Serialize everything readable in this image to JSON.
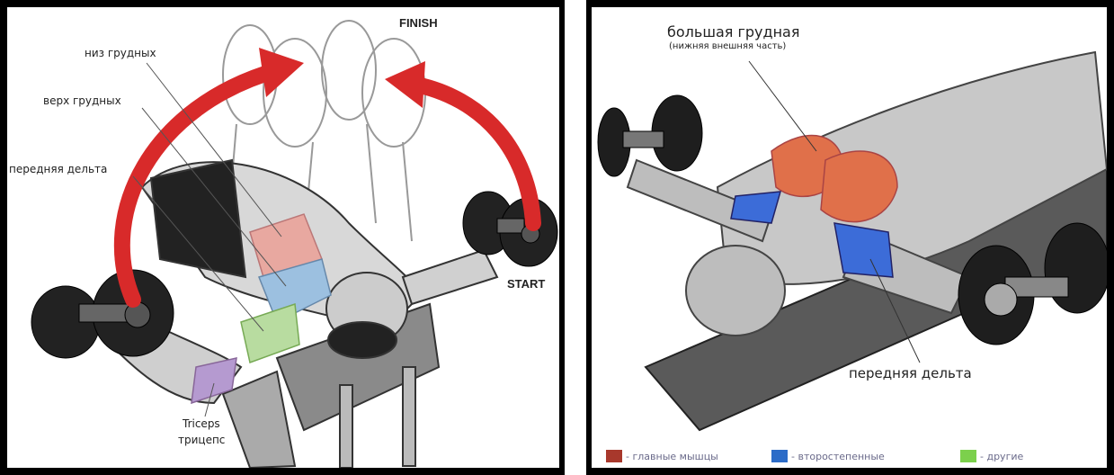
{
  "left_panel": {
    "labels": {
      "finish": "FINISH",
      "start": "START",
      "lower_chest": "низ грудных",
      "upper_chest": "верх грудных",
      "front_delt": "передняя дельта",
      "triceps_en": "Triceps",
      "triceps_ru": "трицепс"
    },
    "colors": {
      "arrow": "#d82a2a",
      "lower_chest": "#e8a8a0",
      "upper_chest": "#9cc0e0",
      "delt_green": "#b8dca0",
      "triceps_purple": "#b59ad0"
    }
  },
  "right_panel": {
    "labels": {
      "major_pec": "большая грудная",
      "major_pec_sub": "(нижняя внешняя часть)",
      "front_delt": "передняя дельта"
    },
    "legend": [
      {
        "color": "#a8382c",
        "text": "- главные мышцы"
      },
      {
        "color": "#2c6cc8",
        "text": "- второстепенные"
      },
      {
        "color": "#7cd04c",
        "text": "- другие"
      }
    ],
    "colors": {
      "pec": "#e0704a",
      "delt": "#3c6cd8"
    }
  }
}
